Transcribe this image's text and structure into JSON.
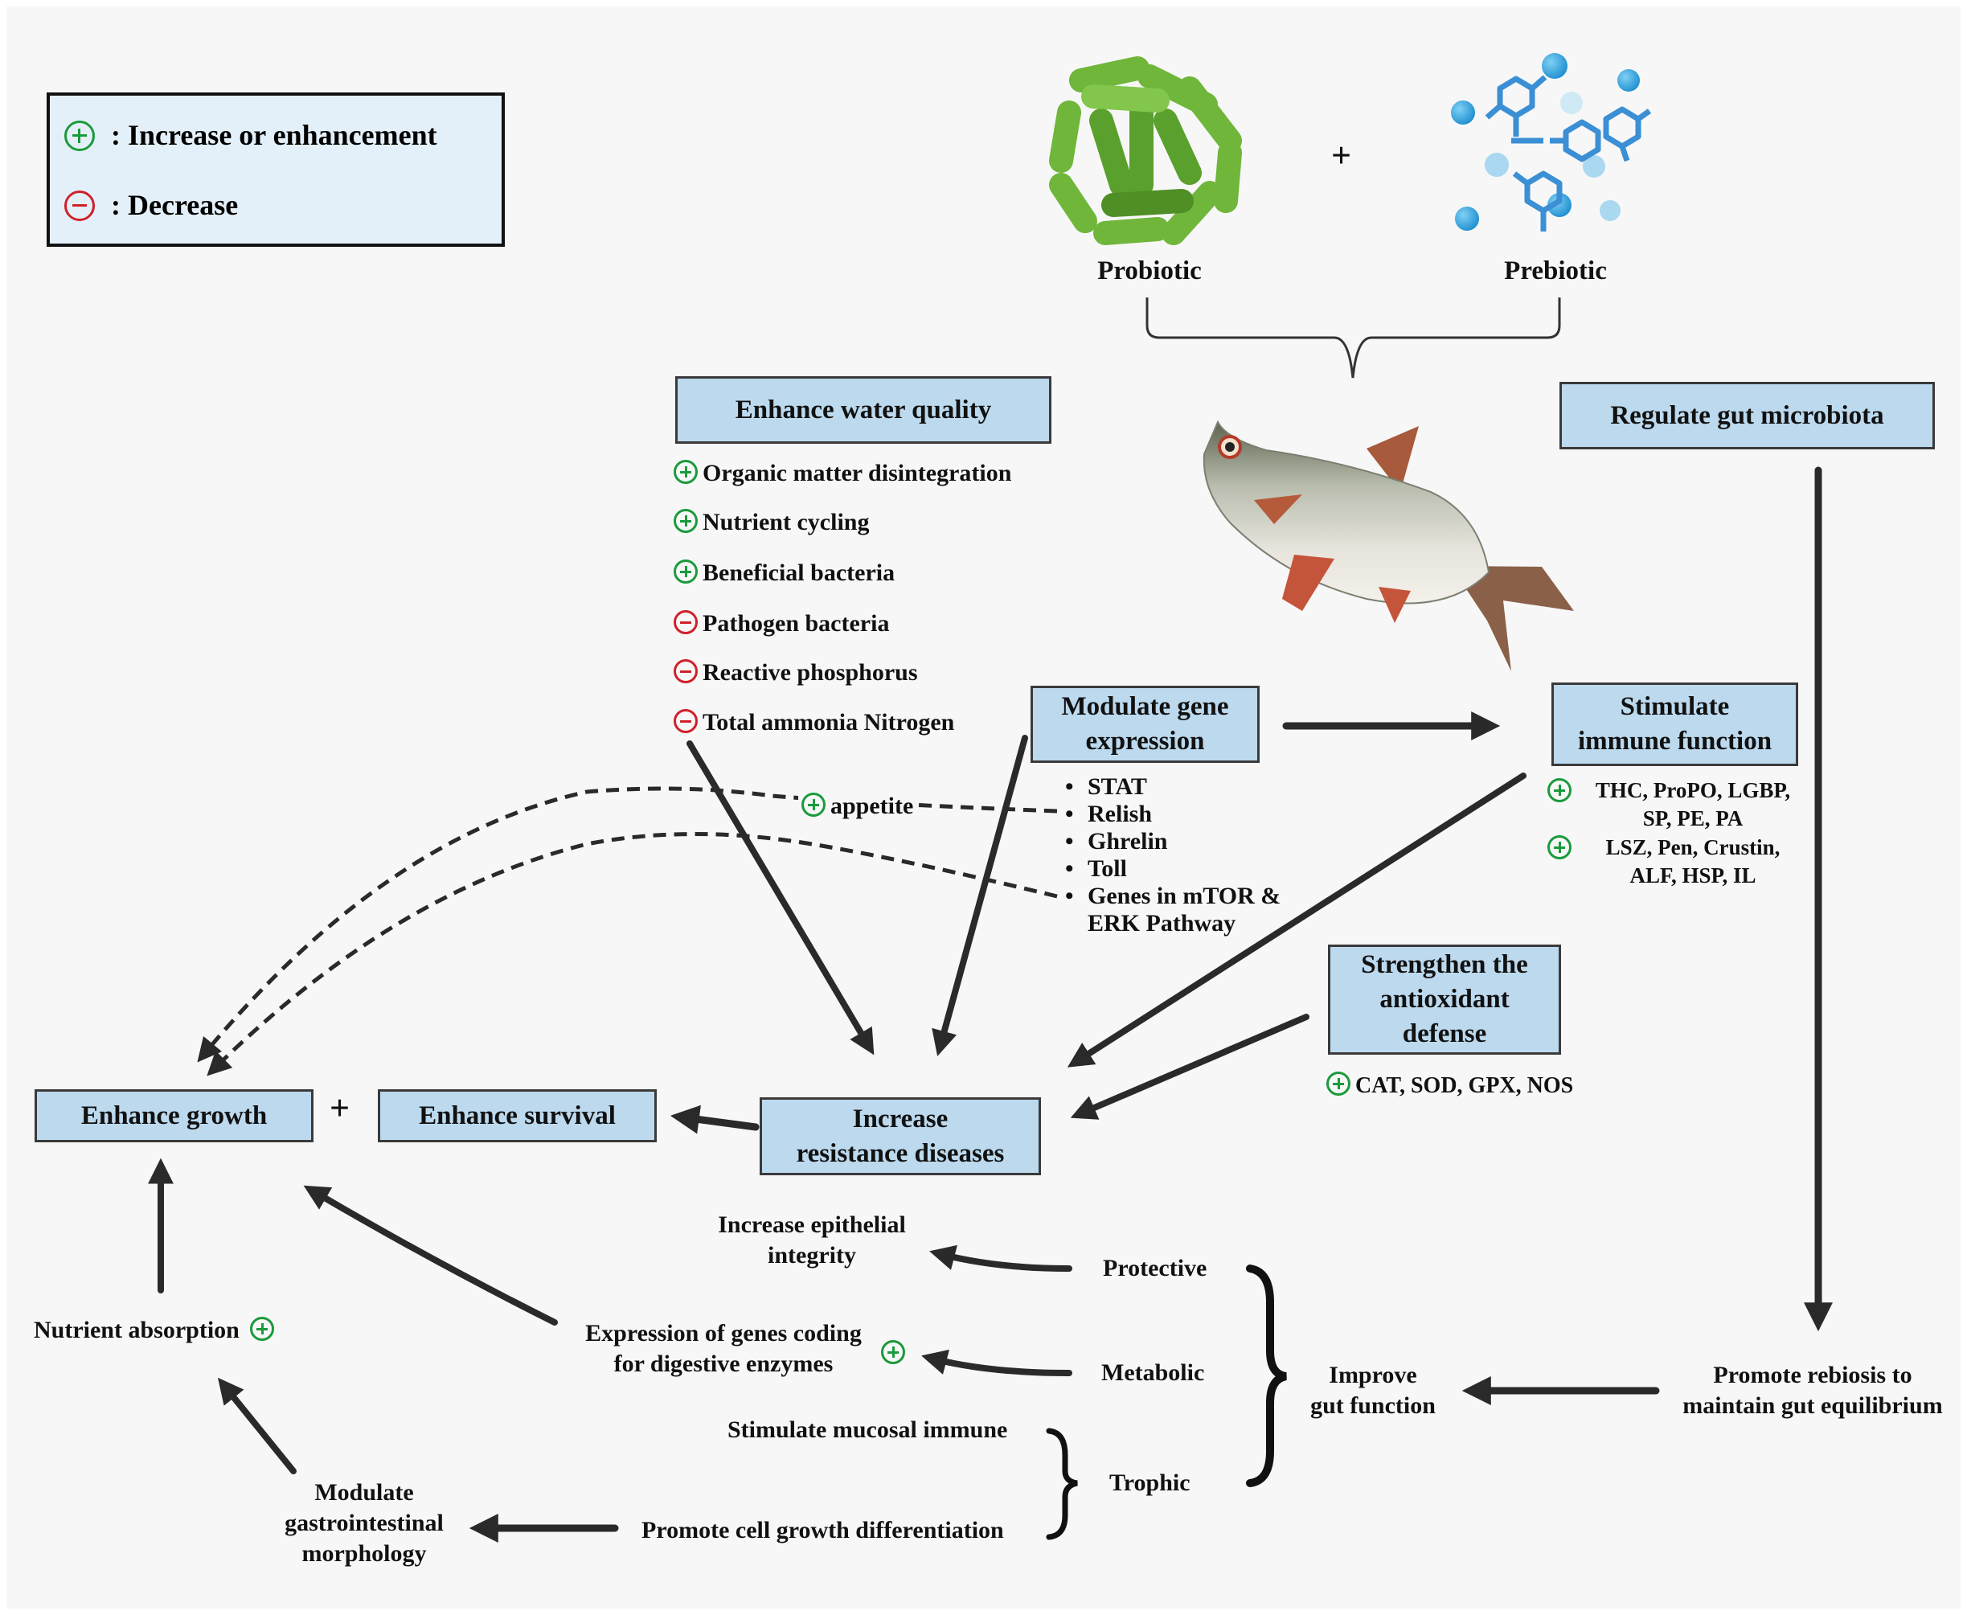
{
  "legend": {
    "increase_label": ": Increase or enhancement",
    "decrease_label": ": Decrease",
    "increase_color": "#1a9a3c",
    "decrease_color": "#d0202a"
  },
  "top": {
    "probiotic_label": "Probiotic",
    "prebiotic_label": "Prebiotic",
    "plus_sign": "+"
  },
  "water_quality": {
    "title": "Enhance water quality",
    "items": [
      {
        "sign": "+",
        "text": "Organic matter disintegration"
      },
      {
        "sign": "+",
        "text": "Nutrient cycling"
      },
      {
        "sign": "+",
        "text": "Beneficial bacteria"
      },
      {
        "sign": "-",
        "text": "Pathogen bacteria"
      },
      {
        "sign": "-",
        "text": "Reactive phosphorus"
      },
      {
        "sign": "-",
        "text": "Total ammonia Nitrogen"
      }
    ]
  },
  "gut_microbiota": {
    "title": "Regulate gut microbiota"
  },
  "gene_expression": {
    "title_line1": "Modulate gene",
    "title_line2": "expression",
    "genes": [
      "STAT",
      "Relish",
      "Ghrelin",
      "Toll",
      "Genes in mTOR &",
      "ERK Pathway"
    ]
  },
  "appetite_label": "appetite",
  "immune": {
    "title_line1": "Stimulate",
    "title_line2": "immune function",
    "group1_line1": "THC, ProPO, LGBP,",
    "group1_line2": "SP, PE, PA",
    "group2_line1": "LSZ, Pen, Crustin,",
    "group2_line2": "ALF, HSP, IL"
  },
  "antioxidant": {
    "title_line1": "Strengthen the",
    "title_line2": "antioxidant",
    "title_line3": "defense",
    "markers": "CAT, SOD, GPX, NOS"
  },
  "outcomes": {
    "enhance_growth": "Enhance growth",
    "plus_sign": "+",
    "enhance_survival": "Enhance survival",
    "resistance_line1": "Increase",
    "resistance_line2": "resistance diseases"
  },
  "gut_function": {
    "epithelial_line1": "Increase epithelial",
    "epithelial_line2": "integrity",
    "digestive_line1": "Expression of genes coding",
    "digestive_line2": "for digestive enzymes",
    "mucosal": "Stimulate mucosal immune",
    "cell_growth": "Promote cell growth differentiation",
    "protective": "Protective",
    "metabolic": "Metabolic",
    "trophic": "Trophic",
    "improve_line1": "Improve",
    "improve_line2": "gut function",
    "rebiosis_line1": "Promote rebiosis to",
    "rebiosis_line2": "maintain gut equilibrium",
    "nutrient_absorption": "Nutrient absorption",
    "gi_line1": "Modulate",
    "gi_line2": "gastrointestinal",
    "gi_line3": "morphology"
  },
  "icons": [
    "probiotic-bacteria-icon",
    "prebiotic-molecule-icon",
    "fish-illustration",
    "plus-circle-icon",
    "minus-circle-icon"
  ]
}
